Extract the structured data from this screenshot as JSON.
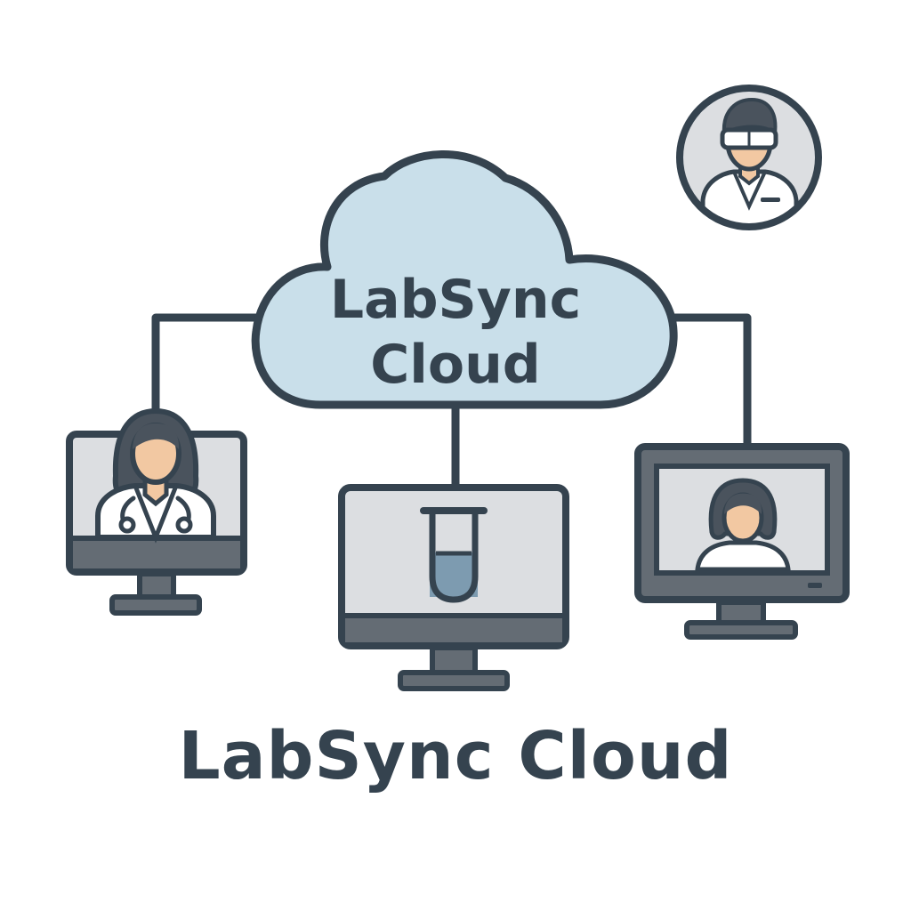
{
  "cloud": {
    "label_line1": "LabSync",
    "label_line2": "Cloud"
  },
  "footer": {
    "title": "LabSync Cloud"
  },
  "colors": {
    "outline": "#35434f",
    "cloud_fill": "#c9dfea",
    "screen_fill": "#dcdee1",
    "bezel_dark": "#646c74",
    "skin": "#f2c8a2",
    "hair": "#4a535d",
    "liquid": "#7d9bb0",
    "white": "#ffffff"
  },
  "icons": {
    "cloud": "cloud-icon",
    "doctor": "doctor-with-stethoscope-icon",
    "test_tube": "test-tube-icon",
    "patient": "patient-icon",
    "lab_technician": "lab-technician-with-goggles-icon"
  }
}
